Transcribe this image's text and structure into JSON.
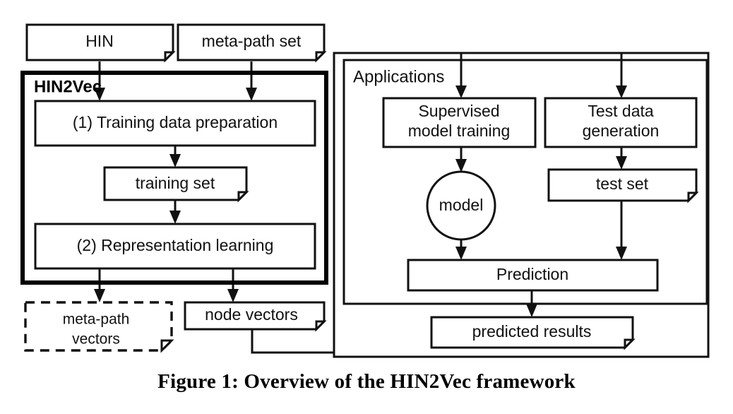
{
  "figure": {
    "caption": "Figure 1: Overview of the HIN2Vec framework",
    "colors": {
      "stroke": "#111111",
      "background": "#ffffff",
      "thick_stroke": "#000000"
    }
  },
  "inputs": {
    "hin": "HIN",
    "meta_path_set": "meta-path set"
  },
  "hin2vec": {
    "title": "HIN2Vec",
    "step1": "(1) Training data preparation",
    "training_set": "training set",
    "step2": "(2) Representation learning"
  },
  "outputs": {
    "meta_path_vectors_line1": "meta-path",
    "meta_path_vectors_line2": "vectors",
    "node_vectors": "node vectors"
  },
  "applications": {
    "title": "Applications",
    "supervised_line1": "Supervised",
    "supervised_line2": "model training",
    "test_data_line1": "Test data",
    "test_data_line2": "generation",
    "model": "model",
    "test_set": "test set",
    "prediction": "Prediction"
  },
  "results": {
    "predicted_results": "predicted results"
  }
}
